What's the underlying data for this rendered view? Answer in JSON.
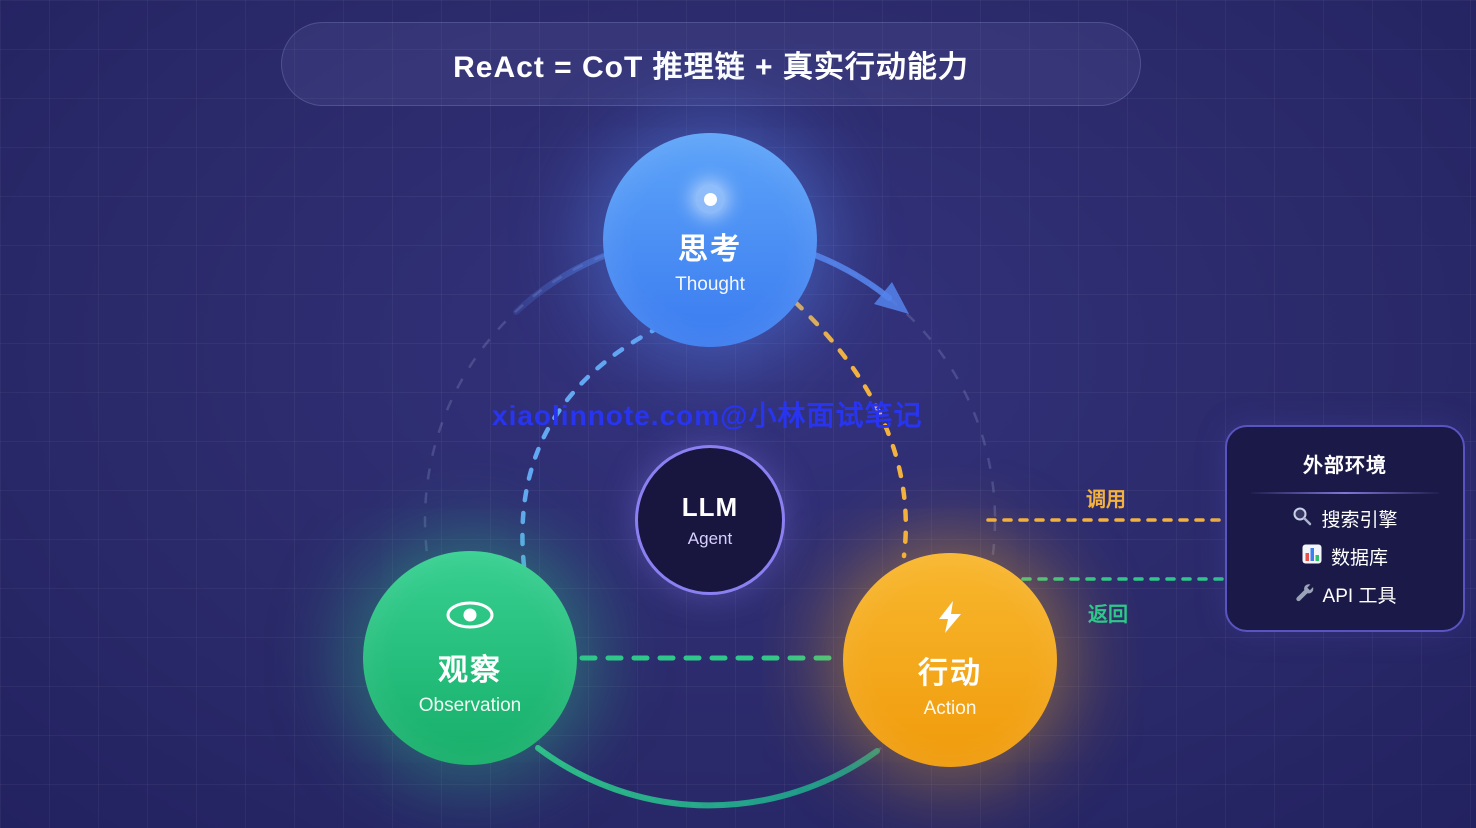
{
  "banner": {
    "title": "ReAct = CoT 推理链 + 真实行动能力"
  },
  "watermark": "xiaolinnote.com@小林面试笔记",
  "nodes": {
    "thought": {
      "zh": "思考",
      "en": "Thought"
    },
    "observation": {
      "zh": "观察",
      "en": "Observation"
    },
    "action": {
      "zh": "行动",
      "en": "Action"
    },
    "llm": {
      "title": "LLM",
      "subtitle": "Agent"
    }
  },
  "edges": {
    "call": "调用",
    "return": "返回"
  },
  "panel": {
    "title": "外部环境",
    "items": [
      {
        "icon": "search-icon",
        "label": "搜索引擎"
      },
      {
        "icon": "bar-chart-icon",
        "label": "数据库"
      },
      {
        "icon": "wrench-icon",
        "label": "API 工具"
      }
    ]
  },
  "colors": {
    "background": "#2c2b6d",
    "thought": "#4a8bf5",
    "observation": "#27c181",
    "action": "#f5a91d",
    "llm_border": "#8b80f2",
    "call": "#f3b23f",
    "return": "#2ec98a",
    "watermark": "#2834f0"
  }
}
